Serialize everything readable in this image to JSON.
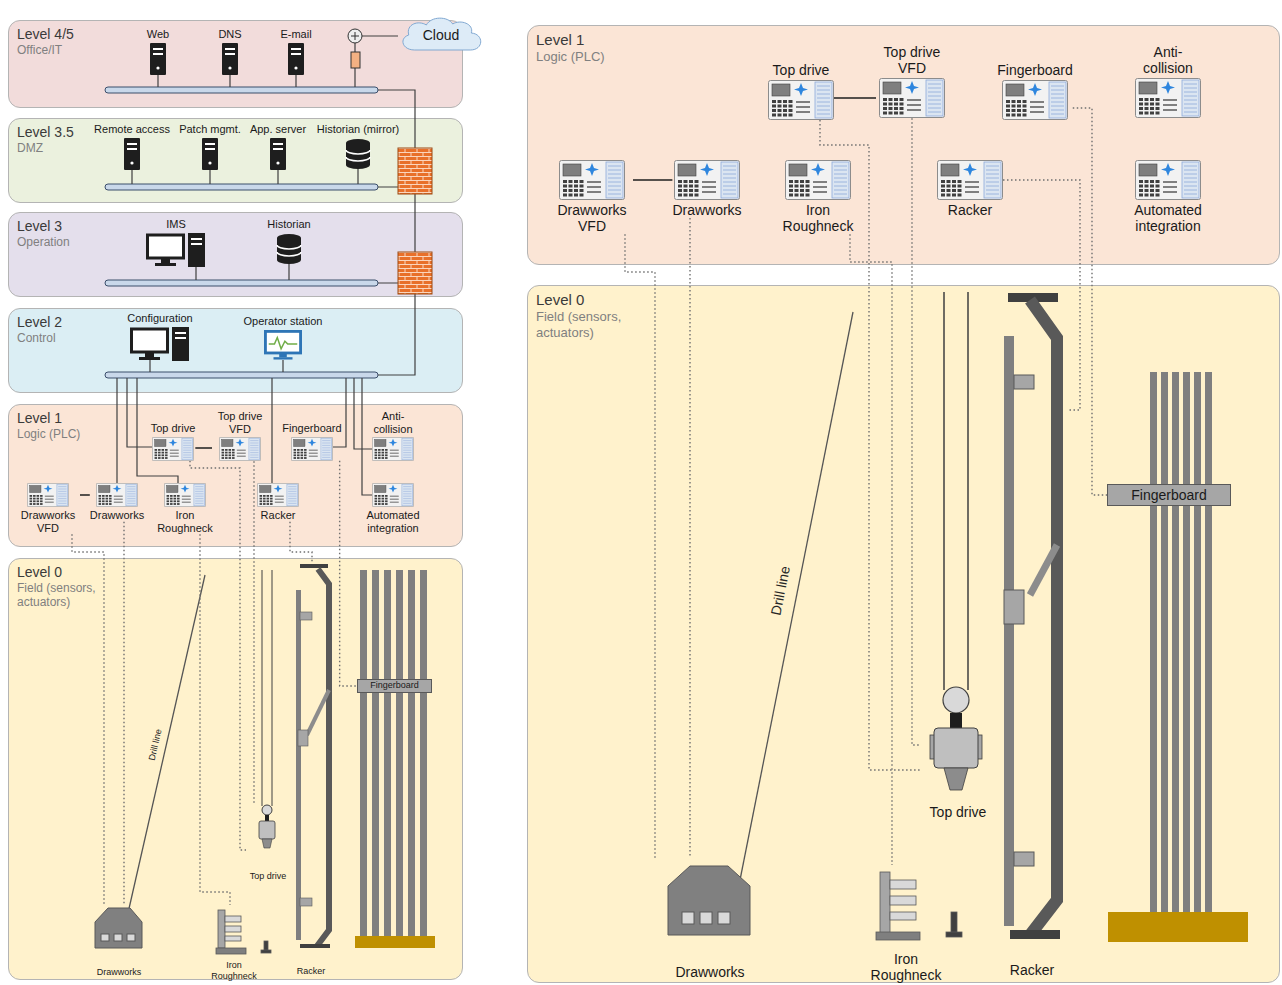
{
  "diagram": {
    "nodes": [
      {
        "text": [
          "Level 4/5",
          "Office/IT"
        ]
      },
      {
        "text": [
          "Web"
        ],
        "in": 0
      },
      {
        "text": [
          "DNS"
        ],
        "in": 0
      },
      {
        "text": [
          "E-mail"
        ],
        "in": 0
      },
      {
        "text": [
          "Cloud"
        ]
      },
      {
        "text": [
          "Level 3.5",
          "DMZ"
        ]
      },
      {
        "text": [
          "Remote access"
        ],
        "in": 5
      },
      {
        "text": [
          "Patch mgmt."
        ],
        "in": 5
      },
      {
        "text": [
          "App. server"
        ],
        "in": 5
      },
      {
        "text": [
          "Historian (mirror)"
        ],
        "in": 5
      },
      {
        "text": [
          "Level 3",
          "Operation"
        ]
      },
      {
        "text": [
          "IMS"
        ],
        "in": 10
      },
      {
        "text": [
          "Historian"
        ],
        "in": 10
      },
      {
        "text": [
          "Level 2",
          "Control"
        ]
      },
      {
        "text": [
          "Configuration"
        ],
        "in": 13
      },
      {
        "text": [
          "Operator station"
        ],
        "in": 13
      },
      {
        "text": [
          "Level 1",
          "Logic (PLC)"
        ]
      },
      {
        "text": [
          "Top drive"
        ],
        "in": 16
      },
      {
        "text": [
          "Top drive VFD"
        ],
        "in": 16
      },
      {
        "text": [
          "Fingerboard"
        ],
        "in": 16
      },
      {
        "text": [
          "Anti-collision"
        ],
        "in": 16
      },
      {
        "text": [
          "Drawworks VFD"
        ],
        "in": 16
      },
      {
        "text": [
          "Drawworks"
        ],
        "in": 16
      },
      {
        "text": [
          "Iron Roughneck"
        ],
        "in": 16
      },
      {
        "text": [
          "Racker"
        ],
        "in": 16
      },
      {
        "text": [
          "Automated integration"
        ],
        "in": 16
      },
      {
        "text": [
          "Level 0",
          "Field (sensors, actuators)"
        ]
      },
      {
        "text": [
          "Fingerboard"
        ],
        "in": 26
      },
      {
        "text": [
          "Top drive"
        ],
        "in": 26
      },
      {
        "text": [
          "Drawworks"
        ],
        "in": 26
      },
      {
        "text": [
          "Iron Roughneck"
        ],
        "in": 26
      },
      {
        "text": [
          "Racker"
        ],
        "in": 26
      },
      {
        "text": [
          "Level 1",
          "Logic (PLC)"
        ]
      },
      {
        "text": [
          "Top drive"
        ],
        "in": 32
      },
      {
        "text": [
          "Top drive VFD"
        ],
        "in": 32
      },
      {
        "text": [
          "Fingerboard"
        ],
        "in": 32
      },
      {
        "text": [
          "Anti-collision"
        ],
        "in": 32
      },
      {
        "text": [
          "Drawworks VFD"
        ],
        "in": 32
      },
      {
        "text": [
          "Drawworks"
        ],
        "in": 32
      },
      {
        "text": [
          "Iron Roughneck"
        ],
        "in": 32
      },
      {
        "text": [
          "Racker"
        ],
        "in": 32
      },
      {
        "text": [
          "Automated integration"
        ],
        "in": 32
      },
      {
        "text": [
          "Level 0",
          "Field (sensors, actuators)"
        ]
      },
      {
        "text": [
          "Fingerboard"
        ],
        "in": 42
      },
      {
        "text": [
          "Top drive"
        ],
        "in": 42
      },
      {
        "text": [
          "Drawworks"
        ],
        "in": 42
      },
      {
        "text": [
          "Iron Roughneck"
        ],
        "in": 42
      },
      {
        "text": [
          "Racker"
        ],
        "in": 42
      }
    ],
    "edges": [
      {
        "from": 21,
        "to": 22,
        "arrow": "none"
      },
      {
        "from": 17,
        "to": 18,
        "arrow": "none"
      },
      {
        "from": 21,
        "to": 29,
        "arrow": "none"
      },
      {
        "from": 22,
        "to": 29,
        "arrow": "none"
      },
      {
        "from": 17,
        "to": 28,
        "arrow": "none"
      },
      {
        "from": 18,
        "to": 28,
        "arrow": "none"
      },
      {
        "from": 23,
        "to": 30,
        "arrow": "none"
      },
      {
        "from": 24,
        "to": 31,
        "arrow": "none"
      },
      {
        "from": 19,
        "to": 27,
        "arrow": "none"
      },
      {
        "from": 37,
        "to": 38,
        "arrow": "none"
      },
      {
        "from": 33,
        "to": 34,
        "arrow": "none"
      },
      {
        "from": 37,
        "to": 45,
        "arrow": "none"
      },
      {
        "from": 38,
        "to": 45,
        "arrow": "none"
      },
      {
        "from": 33,
        "to": 44,
        "arrow": "none"
      },
      {
        "from": 34,
        "to": 44,
        "arrow": "none"
      },
      {
        "from": 39,
        "to": 46,
        "arrow": "none"
      },
      {
        "from": 40,
        "to": 47,
        "arrow": "none"
      },
      {
        "from": 35,
        "to": 43,
        "arrow": "none"
      }
    ],
    "labels": [
      "Drill line",
      "Drill line"
    ]
  }
}
